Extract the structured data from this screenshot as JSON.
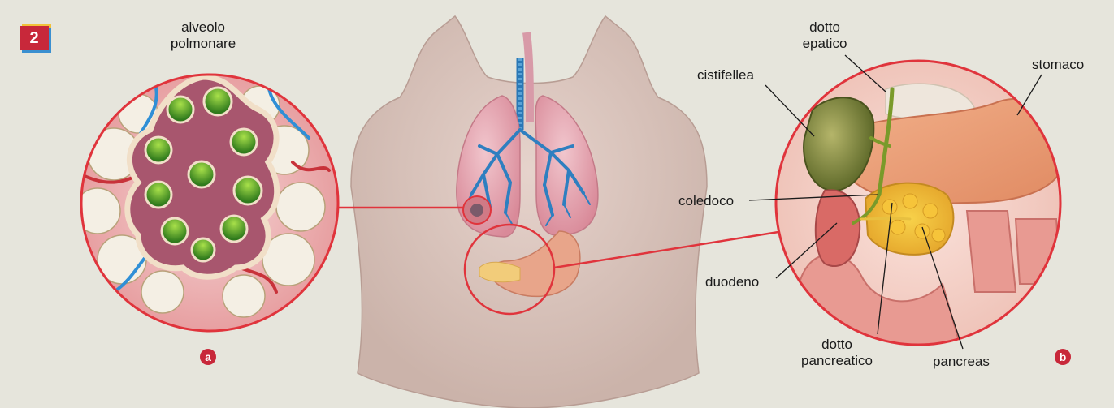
{
  "figure": {
    "number": "2"
  },
  "labels": {
    "alveolo_line1": "alveolo",
    "alveolo_line2": "polmonare",
    "dotto_epatico_line1": "dotto",
    "dotto_epatico_line2": "epatico",
    "cistifellea": "cistifellea",
    "stomaco": "stomaco",
    "coledoco": "coledoco",
    "duodeno": "duodeno",
    "dotto_pancreatico_line1": "dotto",
    "dotto_pancreatico_line2": "pancreatico",
    "pancreas": "pancreas"
  },
  "badges": {
    "a": "a",
    "b": "b"
  },
  "colors": {
    "accent": "#c8283a",
    "background": "#e6e5dc",
    "zoom_circle": "#e0343c"
  }
}
